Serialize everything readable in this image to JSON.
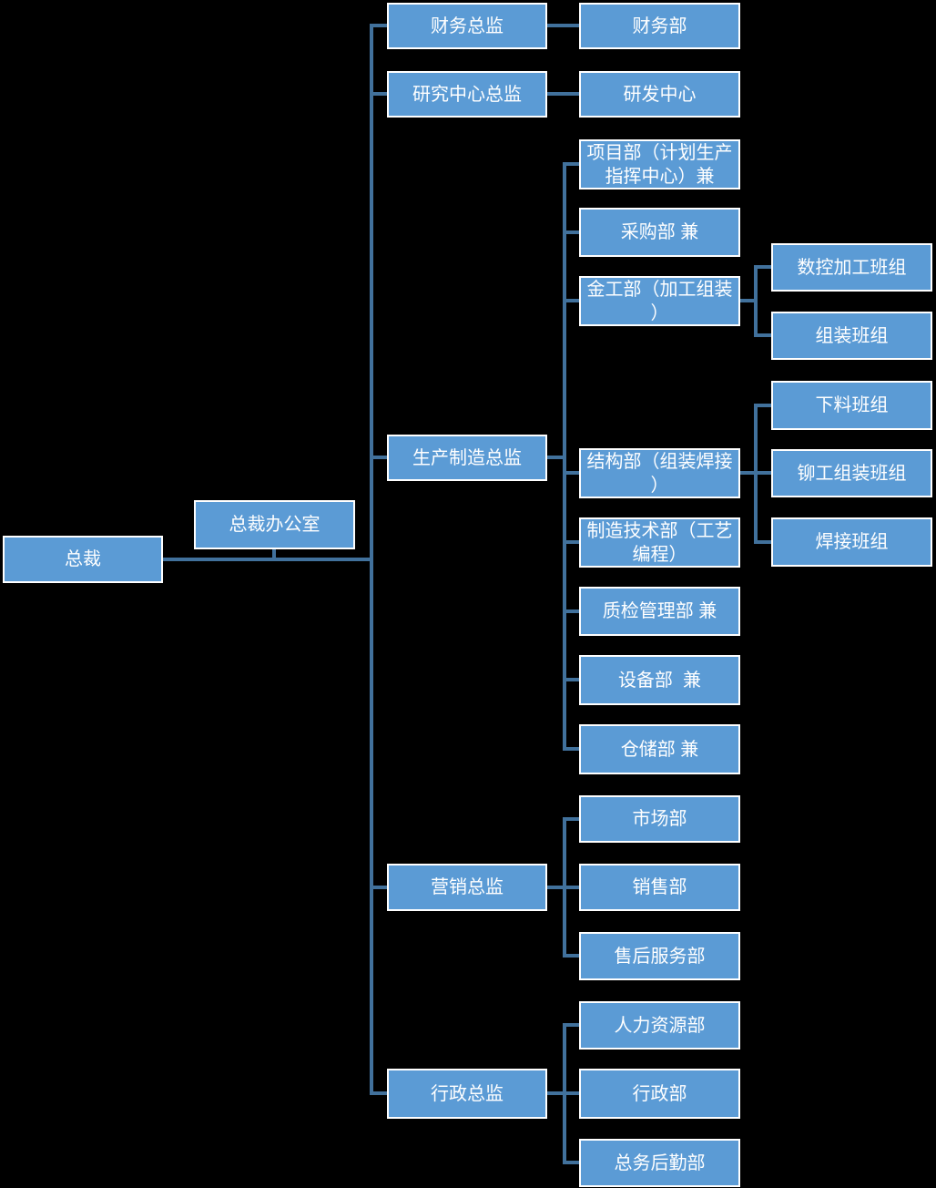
{
  "diagram_type": "org-chart",
  "colors": {
    "background": "#000000",
    "node_fill": "#5B9BD5",
    "node_border": "#FFFFFF",
    "node_text": "#FFFFFF",
    "connector": "#41719C"
  },
  "nodes": {
    "ceo": {
      "label": "总裁"
    },
    "ceo_office": {
      "label": "总裁办公室"
    },
    "finance_director": {
      "label": "财务总监"
    },
    "finance_dept": {
      "label": "财务部"
    },
    "research_director": {
      "label": "研究中心总监"
    },
    "rnd_center": {
      "label": "研发中心"
    },
    "production_director": {
      "label": "生产制造总监"
    },
    "project_dept": {
      "label": "项目部（计划生产指挥中心）兼"
    },
    "procurement_dept": {
      "label": "采购部 兼"
    },
    "metalwork_dept": {
      "label": "金工部（加工组装）"
    },
    "cnc_team": {
      "label": "数控加工班组"
    },
    "assembly_team": {
      "label": "组装班组"
    },
    "cutting_team": {
      "label": "下料班组"
    },
    "structure_dept": {
      "label": "结构部（组装焊接）"
    },
    "riveting_team": {
      "label": "铆工组装班组"
    },
    "welding_team": {
      "label": "焊接班组"
    },
    "mfg_tech_dept": {
      "label": "制造技术部（工艺编程）"
    },
    "qc_dept": {
      "label": "质检管理部 兼"
    },
    "equipment_dept": {
      "label": "设备部  兼"
    },
    "warehouse_dept": {
      "label": "仓储部 兼"
    },
    "marketing_director": {
      "label": "营销总监"
    },
    "market_dept": {
      "label": "市场部"
    },
    "sales_dept": {
      "label": "销售部"
    },
    "aftersales_dept": {
      "label": "售后服务部"
    },
    "admin_director": {
      "label": "行政总监"
    },
    "hr_dept": {
      "label": "人力资源部"
    },
    "admin_dept": {
      "label": "行政部"
    },
    "logistics_dept": {
      "label": "总务后勤部"
    }
  },
  "hierarchy": {
    "ceo": [
      "ceo_office",
      "finance_director",
      "research_director",
      "production_director",
      "marketing_director",
      "admin_director"
    ],
    "finance_director": [
      "finance_dept"
    ],
    "research_director": [
      "rnd_center"
    ],
    "production_director": [
      "project_dept",
      "procurement_dept",
      "metalwork_dept",
      "structure_dept",
      "mfg_tech_dept",
      "qc_dept",
      "equipment_dept",
      "warehouse_dept"
    ],
    "metalwork_dept": [
      "cnc_team",
      "assembly_team"
    ],
    "structure_dept": [
      "cutting_team",
      "riveting_team",
      "welding_team"
    ],
    "marketing_director": [
      "market_dept",
      "sales_dept",
      "aftersales_dept"
    ],
    "admin_director": [
      "hr_dept",
      "admin_dept",
      "logistics_dept"
    ]
  }
}
